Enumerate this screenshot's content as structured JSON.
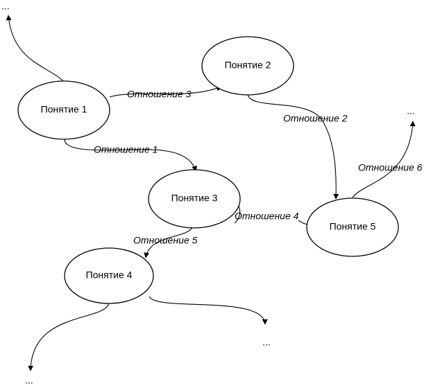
{
  "colors": {
    "stroke": "#000000",
    "background": "#ffffff"
  },
  "nodes": {
    "n1": "Понятие 1",
    "n2": "Понятие 2",
    "n3": "Понятие 3",
    "n4": "Понятие 4",
    "n5": "Понятие 5"
  },
  "edges": {
    "e1": {
      "label": "Отношение 1",
      "from": "Понятие 1",
      "to": "Понятие 3"
    },
    "e2": {
      "label": "Отношение 2",
      "from": "Понятие 2",
      "to": "Понятие 5"
    },
    "e3": {
      "label": "Отношение 3",
      "from": "Понятие 1",
      "to": "Понятие 2"
    },
    "e4": {
      "label": "Отношение 4",
      "from": "Понятие 3",
      "to": "Понятие 5"
    },
    "e5": {
      "label": "Отношение 5",
      "from": "Понятие 3",
      "to": "Понятие 4"
    },
    "e6": {
      "label": "Отношение 6",
      "from": "Понятие 5",
      "to": "..."
    }
  },
  "continuations": {
    "c1": "...",
    "c2": "...",
    "c3": "...",
    "c4": "..."
  }
}
